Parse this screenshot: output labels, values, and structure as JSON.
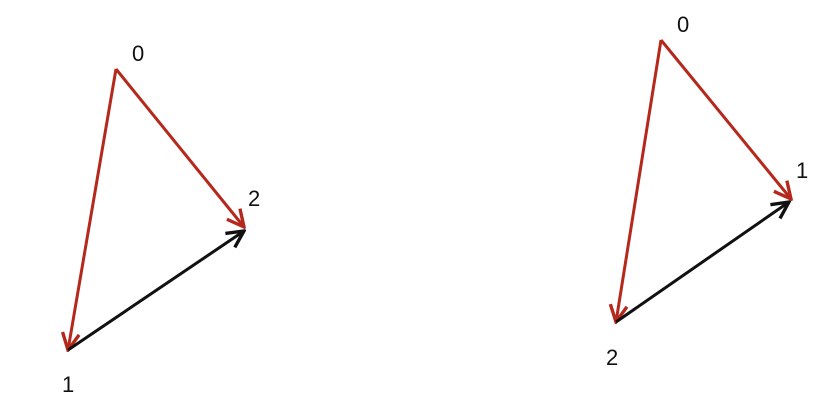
{
  "colors": {
    "red_edge": "#b5281c",
    "black_edge": "#111111",
    "label": "#111111"
  },
  "triangles": [
    {
      "name": "left",
      "vertices": [
        {
          "label": "0"
        },
        {
          "label": "1"
        },
        {
          "label": "2"
        }
      ],
      "edges": [
        {
          "from": "0",
          "to": "1",
          "color": "#b5281c"
        },
        {
          "from": "0",
          "to": "2",
          "color": "#b5281c"
        },
        {
          "from": "1",
          "to": "2",
          "color": "#111111"
        }
      ]
    },
    {
      "name": "right",
      "vertices": [
        {
          "label": "0"
        },
        {
          "label": "1"
        },
        {
          "label": "2"
        }
      ],
      "edges": [
        {
          "from": "0",
          "to": "1",
          "color": "#b5281c"
        },
        {
          "from": "0",
          "to": "2",
          "color": "#b5281c"
        },
        {
          "from": "2",
          "to": "1",
          "color": "#111111"
        }
      ]
    }
  ]
}
